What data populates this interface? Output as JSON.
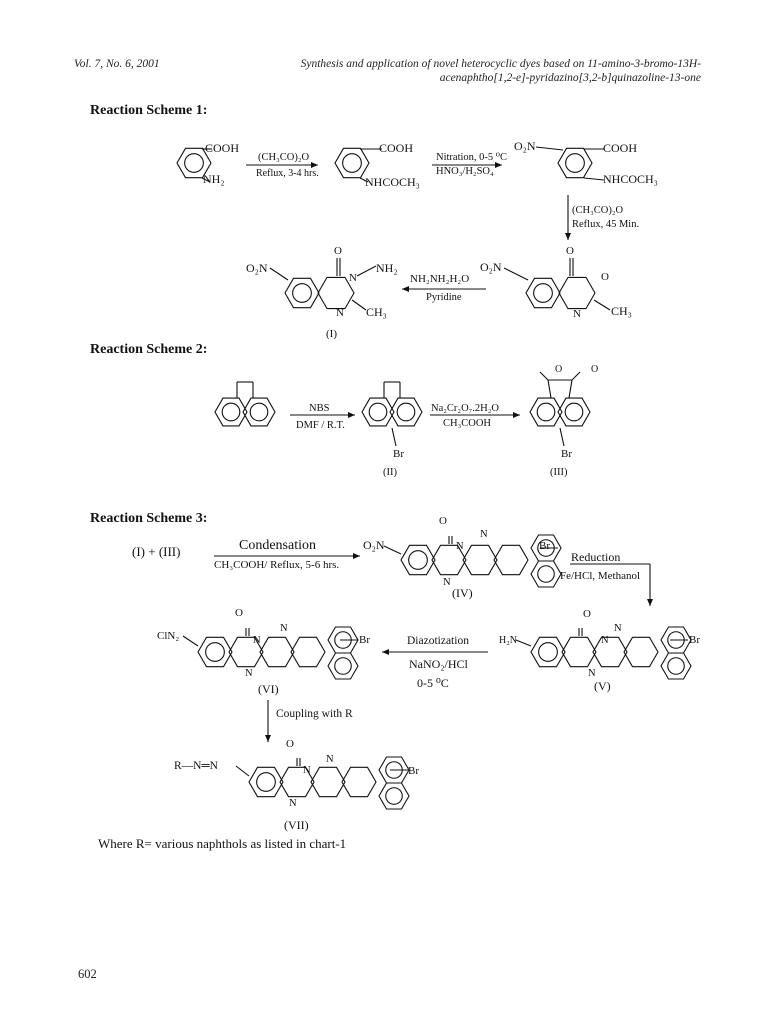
{
  "header": {
    "volume": "Vol. 7, No. 6, 2001",
    "title_line1": "Synthesis and application of novel heterocyclic dyes based on 11-amino-3-bromo-13H-",
    "title_line2": "acenaphtho[1,2-e]-pyridazino[3,2-b]quinazoline-13-one"
  },
  "scheme1": {
    "heading": "Reaction Scheme 1:",
    "reagent1_top": "(CH₃CO)₂O",
    "reagent1_bottom": "Reflux, 3-4 hrs.",
    "reagent2_top": "Nitration, 0-5 ⁰C",
    "reagent2_bottom": "HNO₃/H₂SO₄",
    "reagent3_top": "(CH₃CO)₂O",
    "reagent3_bottom": "Reflux, 45 Min.",
    "reagent4_top": "NH₂NH₂H₂O",
    "reagent4_bottom": "Pyridine",
    "cooh": "COOH",
    "nh2": "NH₂",
    "nhcoch3": "NHCOCH₃",
    "o2n": "O₂N",
    "o": "O",
    "n": "N",
    "ch3": "CH₃",
    "compound_I": "(I)"
  },
  "scheme2": {
    "heading": "Reaction Scheme 2:",
    "reagent1_top": "NBS",
    "reagent1_bottom": "DMF / R.T.",
    "reagent2_top": "Na₂Cr₂O₇.2H₂O",
    "reagent2_bottom": "CH₃COOH",
    "br": "Br",
    "o": "O",
    "compound_II": "(II)",
    "compound_III": "(III)"
  },
  "scheme3": {
    "heading": "Reaction Scheme 3:",
    "reactants": "(I) + (III)",
    "reagent1_top": "Condensation",
    "reagent1_bottom": "CH₃COOH/ Reflux, 5-6 hrs.",
    "reagent2_top": "Reduction",
    "reagent2_bottom": "Fe/HCl, Methanol",
    "reagent3_top": "Diazotization",
    "reagent3_mid": "NaNO₂/HCl",
    "reagent3_bottom": "0-5 ⁰C",
    "reagent4": "Coupling with R",
    "o2n": "O₂N",
    "h2n": "H₂N",
    "diazonium": "ClN₂",
    "azo": "R—N═N",
    "br": "Br",
    "o": "O",
    "n": "N",
    "compound_IV": "(IV)",
    "compound_V": "(V)",
    "compound_VI": "(VI)",
    "compound_VII": "(VII)"
  },
  "where_note": "Where R= various naphthols as listed in chart-1",
  "page_number": "602"
}
